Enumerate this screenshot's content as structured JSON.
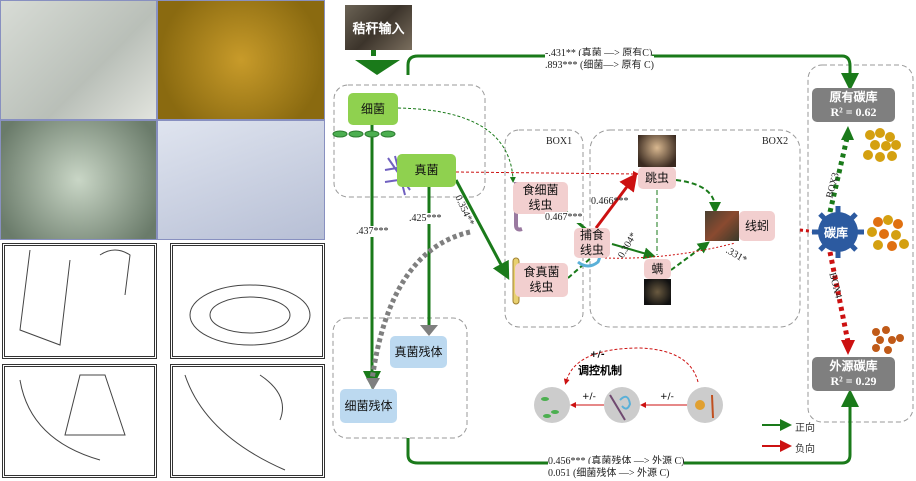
{
  "input": {
    "label": "秸秆输入"
  },
  "nodes": {
    "bacteria": "细菌",
    "fungi": "真菌",
    "bact_nematode_1": "食细菌",
    "bact_nematode_2": "线虫",
    "fung_nematode_1": "食真菌",
    "fung_nematode_2": "线虫",
    "pred_nematode_1": "捕食",
    "pred_nematode_2": "线虫",
    "collembola": "跳虫",
    "enchytraeid": "线蚓",
    "mite": "螨",
    "fungal_residue": "真菌残体",
    "bacterial_residue": "细菌残体",
    "carbon_pool": "碳库",
    "native_pool": "原有碳库",
    "native_r2": "R² = 0.62",
    "exo_pool": "外源碳库",
    "exo_r2": "R² = 0.29"
  },
  "boxes": {
    "box1": "BOX1",
    "box2": "BOX2",
    "box3": "BOX3",
    "box4": "BOX4"
  },
  "paths": {
    "top_1": "-.431**  (真菌 —> 原有C)",
    "top_2": ".893*** (细菌—> 原有 C)",
    "bact_residue": ".437***",
    "fung_residue": ".425***",
    "fung_to_fn": "0.354**",
    "bn_to_pred": "0.467***",
    "pred_to_coll": "0.466***",
    "pred_to_mite": "0.304*",
    "mite_to_ench": ".331*",
    "bottom_1": "0.456*** (真菌残体 —> 外源 C)",
    "bottom_2": "0.051      (细菌残体 —> 外源 C)"
  },
  "regulation": {
    "title": "调控机制",
    "pm_top": "+/-",
    "pm_1": "+/-",
    "pm_2": "+/-"
  },
  "legend": {
    "positive": "正向",
    "negative": "负向"
  },
  "colors": {
    "positive": "#1a7a1a",
    "negative": "#cc1111",
    "grey": "#7f7f7f"
  }
}
